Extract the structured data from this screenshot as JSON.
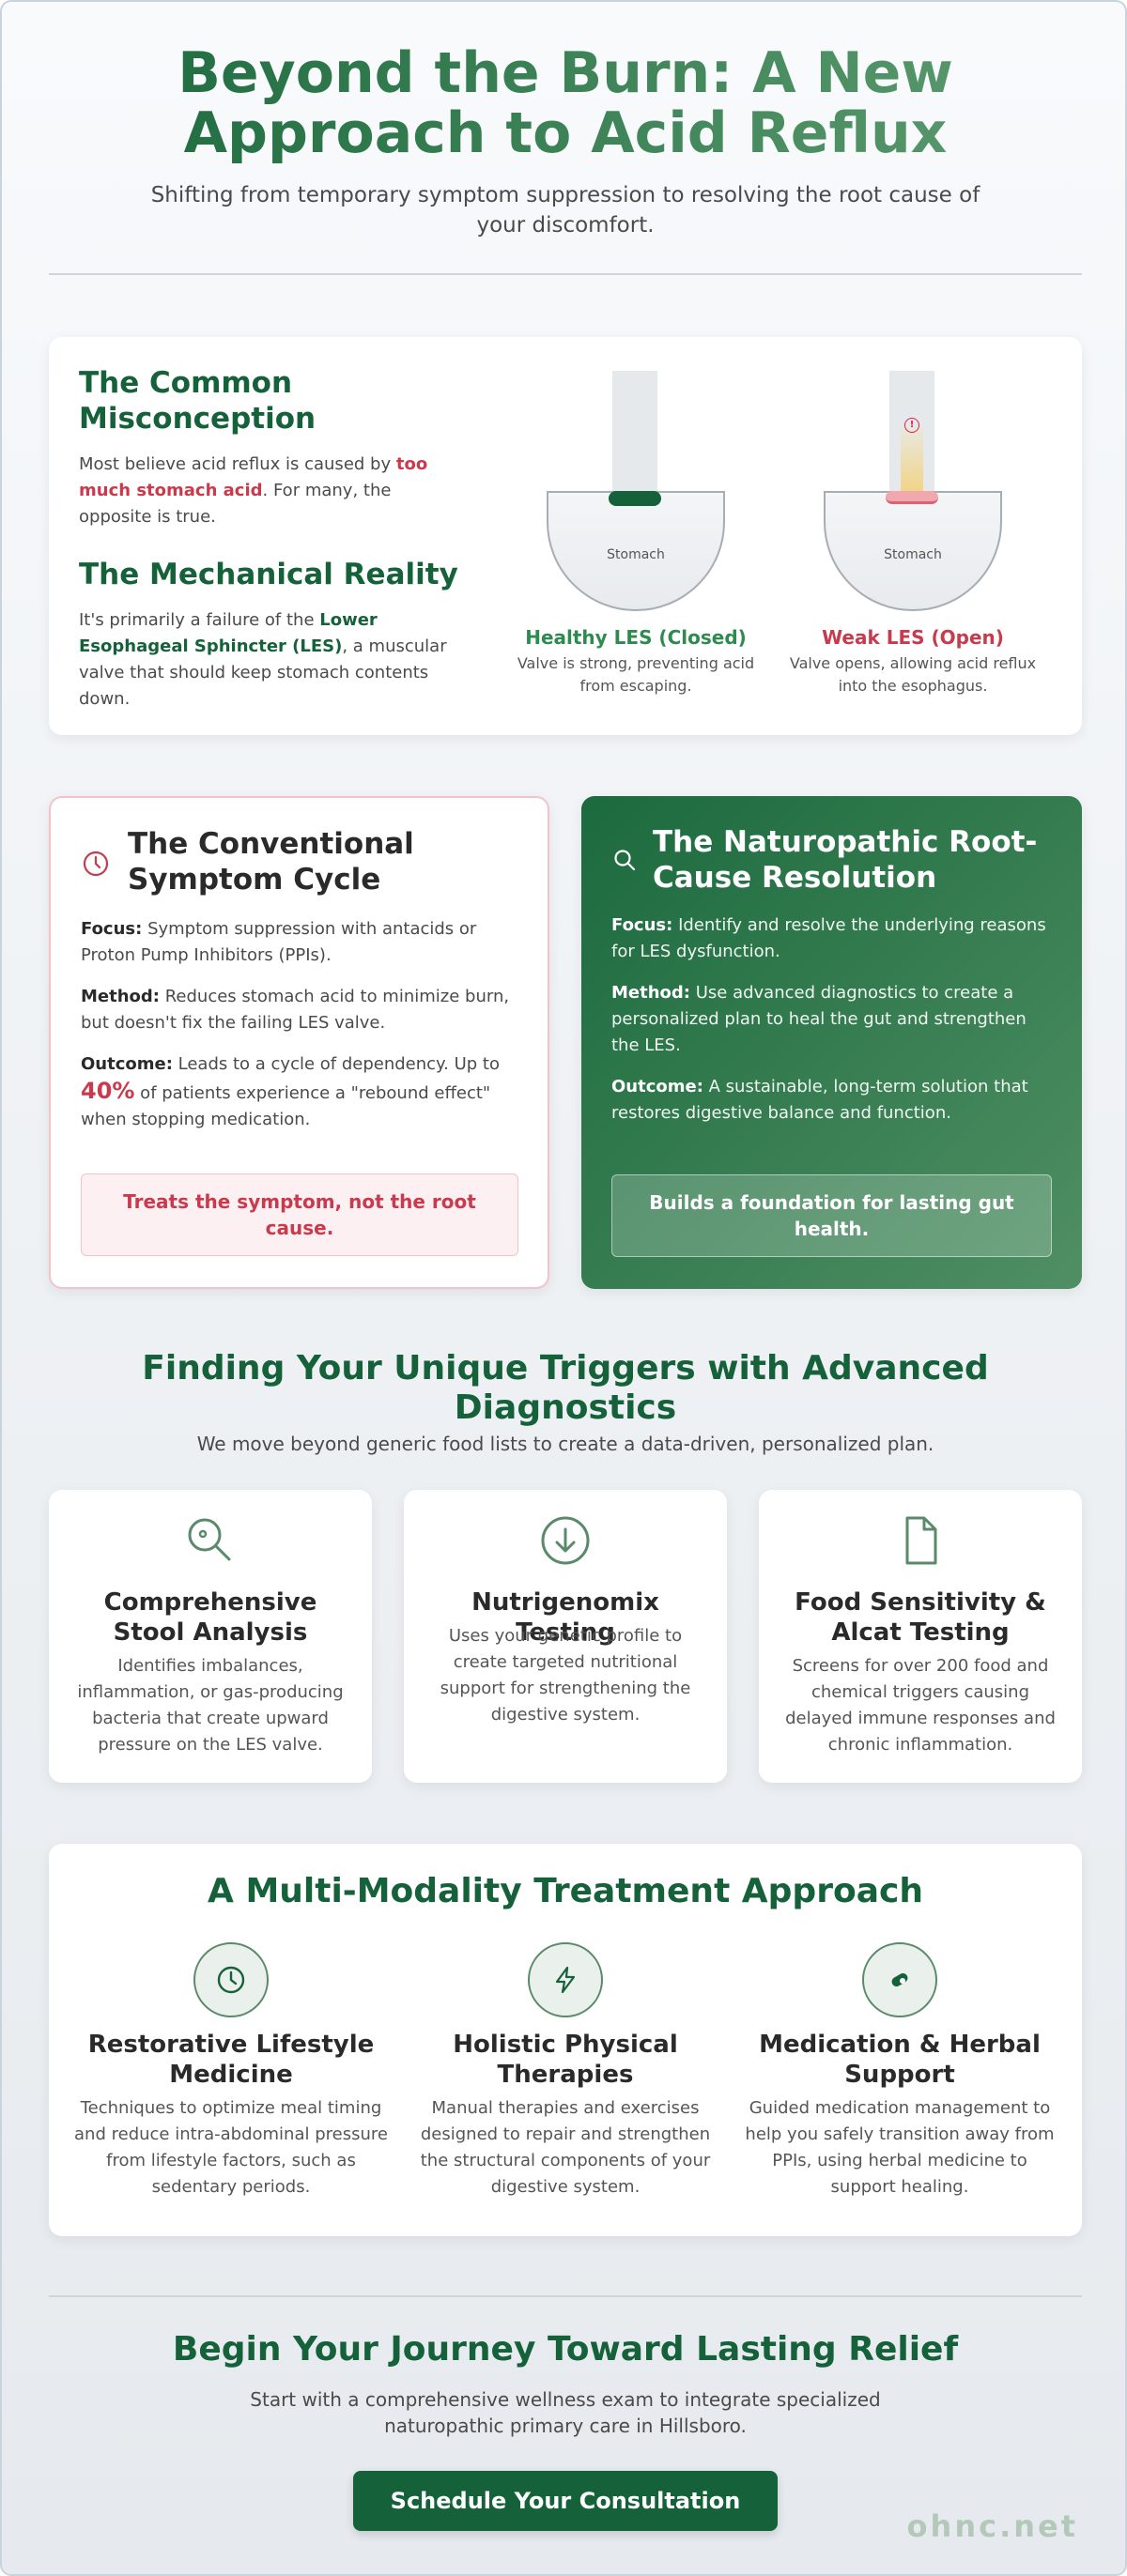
{
  "colors": {
    "brand_green": "#15613a",
    "accent_red": "#c93a4d",
    "page_bg": "#eef1f4",
    "card_bg": "#ffffff"
  },
  "hero": {
    "title": "Beyond the Burn: A New Approach to Acid Reflux",
    "subtitle": "Shifting from temporary symptom suppression to resolving the root cause of your discomfort."
  },
  "misconception": {
    "title": "The Common Misconception",
    "text_before": "Most believe acid reflux is caused by ",
    "text_highlight": "too much stomach acid",
    "text_after": ". For many, the opposite is true.",
    "reality_title": "The Mechanical Reality",
    "reality_before": "It's primarily a failure of the ",
    "reality_highlight": "Lower Esophageal Sphincter (LES)",
    "reality_after": ", a muscular valve that should keep stomach contents down.",
    "diagrams": [
      {
        "label": "Stomach",
        "title": "Healthy LES (Closed)",
        "desc": "Valve is strong, preventing acid from escaping.",
        "color": "#2e8b4f"
      },
      {
        "label": "Stomach",
        "title": "Weak LES (Open)",
        "desc": "Valve opens, allowing acid reflux into the esophagus.",
        "color": "#c93a4d"
      }
    ]
  },
  "conventional": {
    "icon": "clock-icon",
    "title": "The Conventional Symptom Cycle",
    "focus_label": "Focus:",
    "focus_text": " Symptom suppression with antacids or Proton Pump Inhibitors (PPIs).",
    "method_label": "Method:",
    "method_text": " Reduces stomach acid to minimize burn, but doesn't fix the failing LES valve.",
    "outcome_label": "Outcome:",
    "outcome_before": " Leads to a cycle of dependency. Up to ",
    "outcome_stat": "40%",
    "outcome_after": " of patients experience a \"rebound effect\" when stopping medication.",
    "callout": "Treats the symptom, not the root cause."
  },
  "naturopathic": {
    "icon": "search-icon",
    "title": "The Naturopathic Root-Cause Resolution",
    "focus_label": "Focus:",
    "focus_text": " Identify and resolve the underlying reasons for LES dysfunction.",
    "method_label": "Method:",
    "method_text": " Use advanced diagnostics to create a personalized plan to heal the gut and strengthen the LES.",
    "outcome_label": "Outcome:",
    "outcome_text": " A sustainable, long-term solution that restores digestive balance and function.",
    "callout": "Builds a foundation for lasting gut health."
  },
  "diagnostics": {
    "title": "Finding Your Unique Triggers with Advanced Diagnostics",
    "subtitle": "We move beyond generic food lists to create a data-driven, personalized plan.",
    "cards": [
      {
        "icon": "magnifier-icon",
        "title": "Comprehensive Stool Analysis",
        "desc": "Identifies imbalances, inflammation, or gas-producing bacteria that create upward pressure on the LES valve."
      },
      {
        "icon": "arrow-down-circle-icon",
        "title": "Nutrigenomix Testing",
        "desc": "Uses your genetic profile to create targeted nutritional support for strengthening the digestive system."
      },
      {
        "icon": "document-icon",
        "title": "Food Sensitivity & Alcat Testing",
        "desc": "Screens for over 200 food and chemical triggers causing delayed immune responses and chronic inflammation."
      }
    ]
  },
  "treatment": {
    "title": "A Multi-Modality Treatment Approach",
    "items": [
      {
        "icon": "clock-icon",
        "title": "Restorative Lifestyle Medicine",
        "desc": "Techniques to optimize meal timing and reduce intra-abdominal pressure from lifestyle factors, such as sedentary periods."
      },
      {
        "icon": "lightning-icon",
        "title": "Holistic Physical Therapies",
        "desc": "Manual therapies and exercises designed to repair and strengthen the structural components of your digestive system."
      },
      {
        "icon": "pill-icon",
        "title": "Medication & Herbal Support",
        "desc": "Guided medication management to help you safely transition away from PPIs, using herbal medicine to support healing."
      }
    ]
  },
  "cta": {
    "title": "Begin Your Journey Toward Lasting Relief",
    "subtitle": "Start with a comprehensive wellness exam to integrate specialized naturopathic primary care in Hillsboro.",
    "button": "Schedule Your Consultation",
    "watermark": "ohnc.net"
  }
}
